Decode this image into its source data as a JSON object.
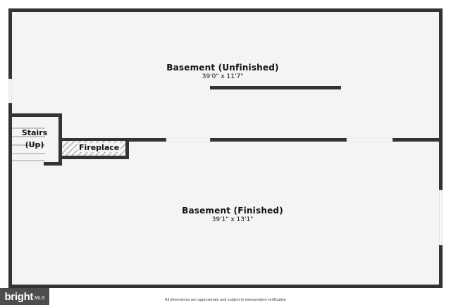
{
  "rooms": {
    "unfinished": {
      "name": "Basement (Unfinished)",
      "dimensions": "39'0\" x 11'7\""
    },
    "finished": {
      "name": "Basement (Finished)",
      "dimensions": "39'1\" x 13'1\""
    },
    "stairs": {
      "line1": "Stairs",
      "line2": "(Up)"
    },
    "fireplace": {
      "label": "Fireplace"
    }
  },
  "branding": {
    "name": "bright",
    "suffix": "MLS"
  },
  "footer": {
    "disclaimer": "All dimensions are approximate and subject to independent verification"
  },
  "colors": {
    "wall": "#333333",
    "floor": "#f4f4f4",
    "brand_bg": "#4d4d4d"
  }
}
